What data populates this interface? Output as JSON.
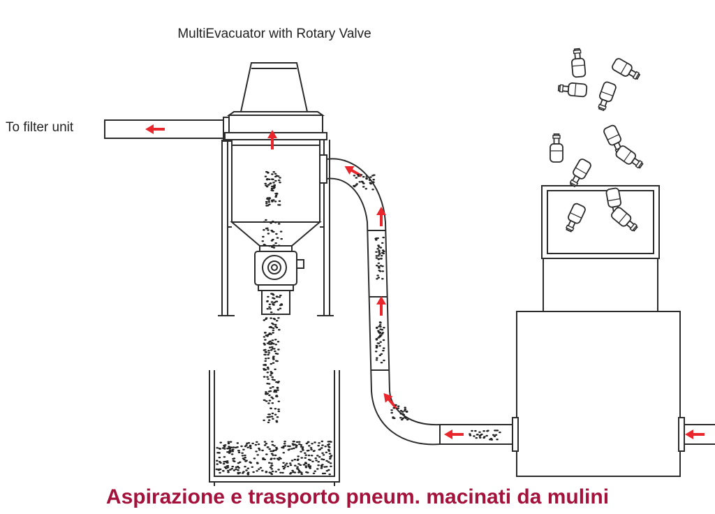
{
  "labels": {
    "top_title": "MultiEvacuator with Rotary Valve",
    "filter": "To filter unit",
    "caption": "Aspirazione e trasporto pneum. macinati da mulini"
  },
  "colors": {
    "arrow": "#e8262b",
    "caption": "#a4113b",
    "line": "#2b2b2b",
    "particle": "#222222"
  },
  "icons": [
    "arrow-icon",
    "bottle-icon",
    "particle-dots"
  ]
}
